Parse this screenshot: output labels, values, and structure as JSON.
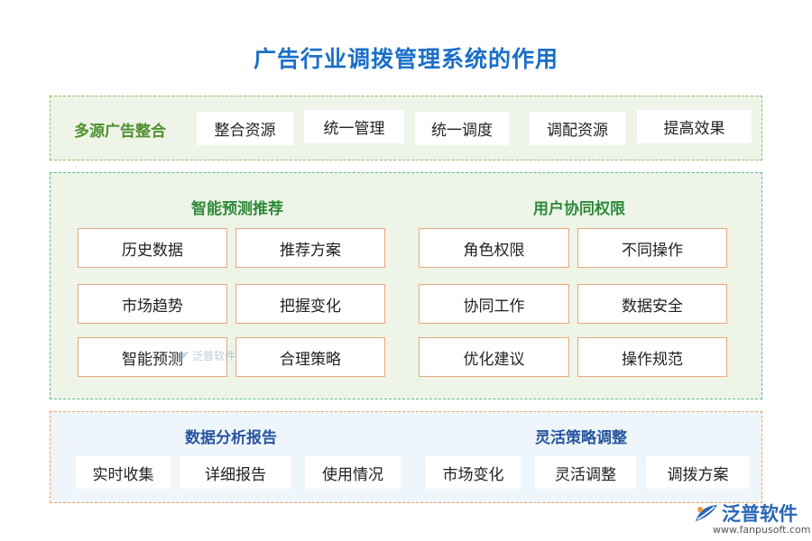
{
  "title": "广告行业调拨管理系统的作用",
  "section1": {
    "label": "多源广告整合",
    "items": [
      "整合资源",
      "统一管理",
      "统一调度",
      "调配资源",
      "提高效果"
    ]
  },
  "section2": {
    "left": {
      "label": "智能预测推荐",
      "items": [
        "历史数据",
        "推荐方案",
        "市场趋势",
        "把握变化",
        "智能预测",
        "合理策略"
      ]
    },
    "right": {
      "label": "用户协同权限",
      "items": [
        "角色权限",
        "不同操作",
        "协同工作",
        "数据安全",
        "优化建议",
        "操作规范"
      ]
    }
  },
  "section3": {
    "left": {
      "label": "数据分析报告",
      "items": [
        "实时收集",
        "详细报告",
        "使用情况"
      ]
    },
    "right": {
      "label": "灵活策略调整",
      "items": [
        "市场变化",
        "灵活调整",
        "调拨方案"
      ]
    }
  },
  "watermark": {
    "text": "泛普软件"
  },
  "brand": {
    "name": "泛普软件",
    "url": "www.fanpusoft.com"
  },
  "colors": {
    "title": "#1a6fc9",
    "section1_border": "#8cc06a",
    "section2_border": "#5fb89a",
    "section3_border": "#f0a062",
    "item_border": "#e8a87a"
  }
}
